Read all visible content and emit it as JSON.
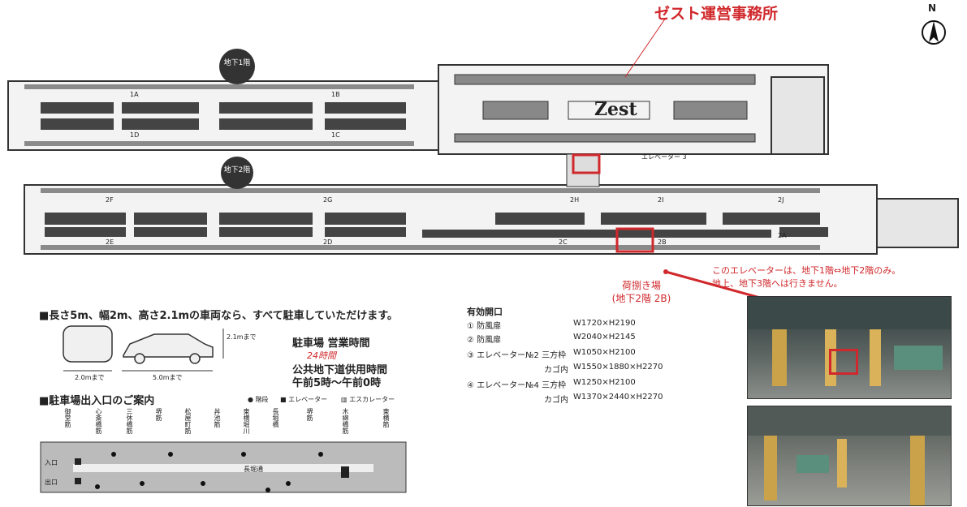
{
  "office_title": "ゼスト運営事務所",
  "north_label": "N",
  "floors": {
    "b1": "地下1階",
    "b2": "地下2階"
  },
  "zest_logo": "Zest",
  "zones": {
    "b1": [
      "1A",
      "1B",
      "1D",
      "1C"
    ],
    "b2": [
      "2F",
      "2G",
      "2H",
      "2I",
      "2J",
      "2E",
      "2D",
      "2C",
      "2B",
      "2A"
    ]
  },
  "elevator_label": "エレベーター 3",
  "elevator_note": [
    "このエレベーターは、地下1階⇔地下2階のみ。",
    "地上、地下3階へは行きません。"
  ],
  "loading_area": [
    "荷捌き場",
    "(地下2階 2B)"
  ],
  "vehicle_note": "■長さ5m、幅2m、高さ2.1mの車両なら、すべて駐車していただけます。",
  "dims": {
    "width": "2.0mまで",
    "length": "5.0mまで",
    "height": "2.1mまで"
  },
  "hours": {
    "title": "駐車場 営業時間",
    "handwritten": "24時間",
    "public_label": "公共地下道供用時間",
    "public_time": "午前5時～午前0時"
  },
  "entrance_guide": {
    "title": "■駐車場出入口のご案内",
    "legend": [
      "● 階段",
      "■ エレベーター",
      "▥ エスカレーター"
    ],
    "in_label": "入口",
    "out_label": "出口",
    "road_label": "長堀通",
    "streets": [
      "御堂筋",
      "心斎橋筋",
      "三休橋筋",
      "堺筋",
      "松屋町筋",
      "丼池筋",
      "東横堀川",
      "長堀橋",
      "堺筋",
      "木綿橋筋",
      "東横筋"
    ]
  },
  "openings": {
    "title": "有効開口",
    "rows": [
      {
        "no": "①",
        "name": "防風扉",
        "type": "",
        "size": "W1720×H2190"
      },
      {
        "no": "②",
        "name": "防風扉",
        "type": "",
        "size": "W2040×H2145"
      },
      {
        "no": "③",
        "name": "エレベーター№2",
        "type": "三方枠",
        "size": "W1050×H2100"
      },
      {
        "no": "",
        "name": "",
        "type": "カゴ内",
        "size": "W1550×1880×H2270"
      },
      {
        "no": "④",
        "name": "エレベーター№4",
        "type": "三方枠",
        "size": "W1250×H2100"
      },
      {
        "no": "",
        "name": "",
        "type": "カゴ内",
        "size": "W1370×2440×H2270"
      }
    ]
  },
  "colors": {
    "accent": "#d0282c",
    "map_gray": "#555555"
  }
}
